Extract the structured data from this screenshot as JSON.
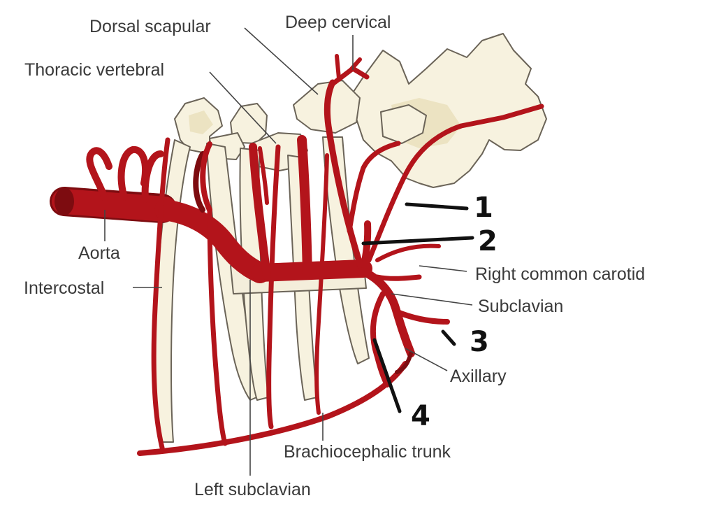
{
  "diagram": {
    "labels": {
      "dorsal_scapular": "Dorsal scapular",
      "deep_cervical": "Deep cervical",
      "thoracic_vertebral": "Thoracic vertebral",
      "aorta": "Aorta",
      "intercostal": "Intercostal",
      "right_common_carotid": "Right common carotid",
      "subclavian": "Subclavian",
      "axillary": "Axillary",
      "brachiocephalic_trunk": "Brachiocephalic trunk",
      "left_subclavian": "Left subclavian"
    },
    "handwritten_marks": [
      "1",
      "2",
      "3",
      "4"
    ],
    "colors": {
      "artery": "#b3141b",
      "artery_dark": "#7d0c10",
      "bone": "#f7f2df",
      "label_text": "#3a3a3a",
      "pen_ink": "#111111"
    }
  }
}
